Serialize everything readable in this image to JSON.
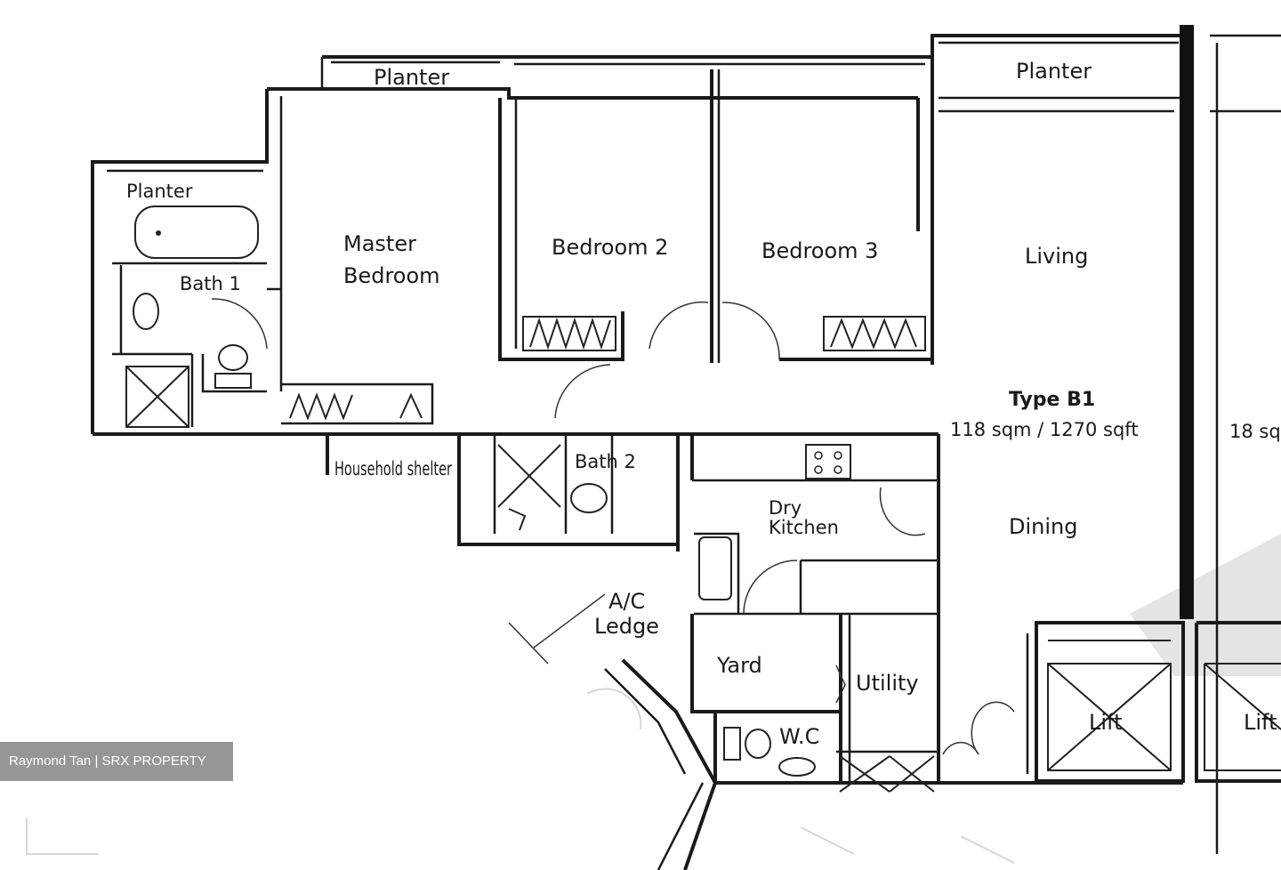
{
  "rooms": {
    "planter_top_left": "Planter",
    "planter_top_right": "Planter",
    "planter_bath": "Planter",
    "master_bedroom_line1": "Master",
    "master_bedroom_line2": "Bedroom",
    "bath1": "Bath 1",
    "bedroom2": "Bedroom 2",
    "bedroom3": "Bedroom 3",
    "living": "Living",
    "dining": "Dining",
    "household_shelter": "Household shelter",
    "bath2": "Bath 2",
    "dry_kitchen_line1": "Dry",
    "dry_kitchen_line2": "Kitchen",
    "ac_ledge_line1": "A/C",
    "ac_ledge_line2": "Ledge",
    "yard": "Yard",
    "utility": "Utility",
    "wc": "W.C",
    "lift_left": "Lift",
    "lift_right": "Lift"
  },
  "unit": {
    "type": "Type B1",
    "area": "118 sqm / 1270 sqft",
    "neighbor_area": "18 sq"
  },
  "watermark": "Raymond Tan | SRX PROPERTY"
}
